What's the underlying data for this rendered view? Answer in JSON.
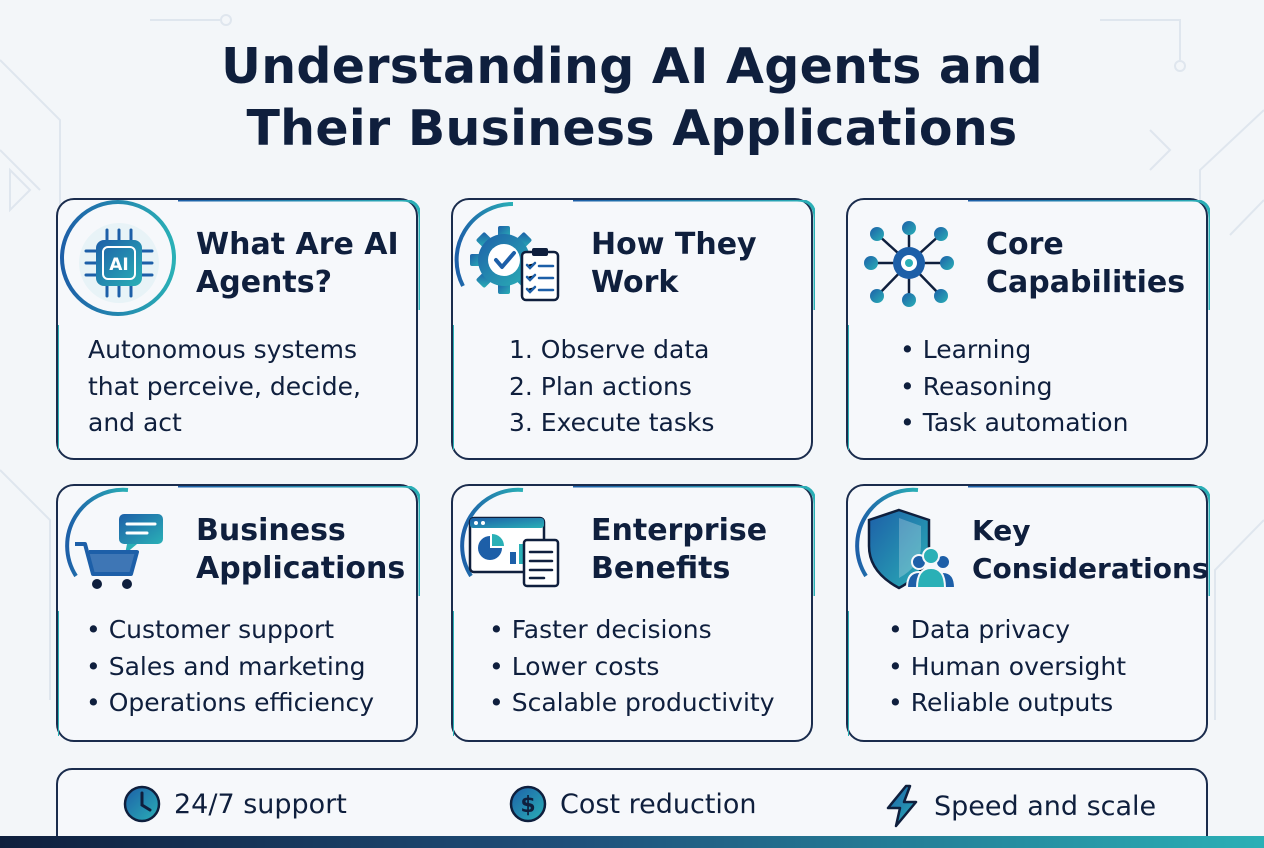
{
  "title": {
    "line1": "Understanding AI Agents and",
    "line2": "Their Business Applications"
  },
  "colors": {
    "navy": "#0f1f3d",
    "blue": "#1d5fa8",
    "teal": "#2ab0b6",
    "background": "#f3f6f9"
  },
  "cards": [
    {
      "title": "What Are AI Agents?",
      "icon": "ai-chip-icon",
      "icon_text": "AI",
      "description": "Autonomous systems that perceive, decide, and act"
    },
    {
      "title": "How They Work",
      "icon": "gear-checklist-icon",
      "items": [
        "1. Observe data",
        "2. Plan actions",
        "3. Execute tasks"
      ]
    },
    {
      "title": "Core Capabilities",
      "icon": "network-hub-icon",
      "items": [
        "Learning",
        "Reasoning",
        "Task automation"
      ]
    },
    {
      "title": "Business Applications",
      "icon": "cart-chat-icon",
      "items": [
        "Customer support",
        "Sales and marketing",
        "Operations efficiency"
      ]
    },
    {
      "title": "Enterprise Benefits",
      "icon": "dashboard-report-icon",
      "items": [
        "Faster decisions",
        "Lower costs",
        "Scalable productivity"
      ]
    },
    {
      "title": "Key Considerations",
      "icon": "shield-people-icon",
      "items": [
        "Data privacy",
        "Human oversight",
        "Reliable outputs"
      ]
    }
  ],
  "bottom": [
    {
      "label": "24/7 support",
      "icon": "clock-icon"
    },
    {
      "label": "Cost reduction",
      "icon": "dollar-icon",
      "icon_text": "$"
    },
    {
      "label": "Speed and scale",
      "icon": "lightning-icon"
    }
  ]
}
